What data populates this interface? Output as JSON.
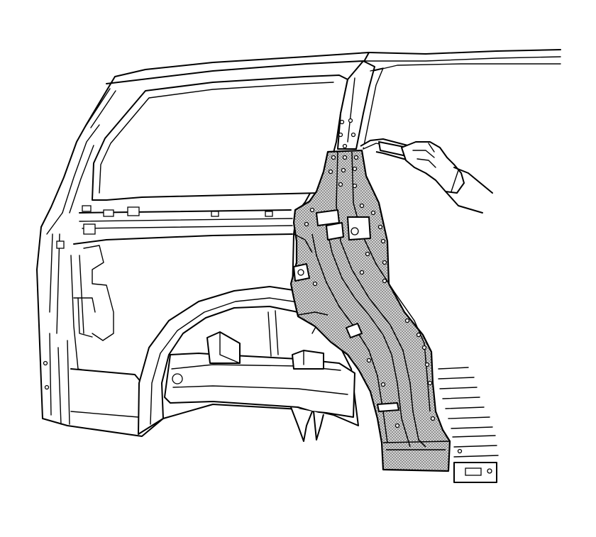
{
  "figure": {
    "highlight_fill": "#c8c8c8",
    "line_color": "#000000",
    "background": "#ffffff",
    "parts": [
      "body-side-inner-panel",
      "rear-wheelhouse-arch",
      "highlighted-d-pillar-reinforcement",
      "roof-rail",
      "floor-pan",
      "gloved-hand",
      "pry-tool"
    ]
  }
}
